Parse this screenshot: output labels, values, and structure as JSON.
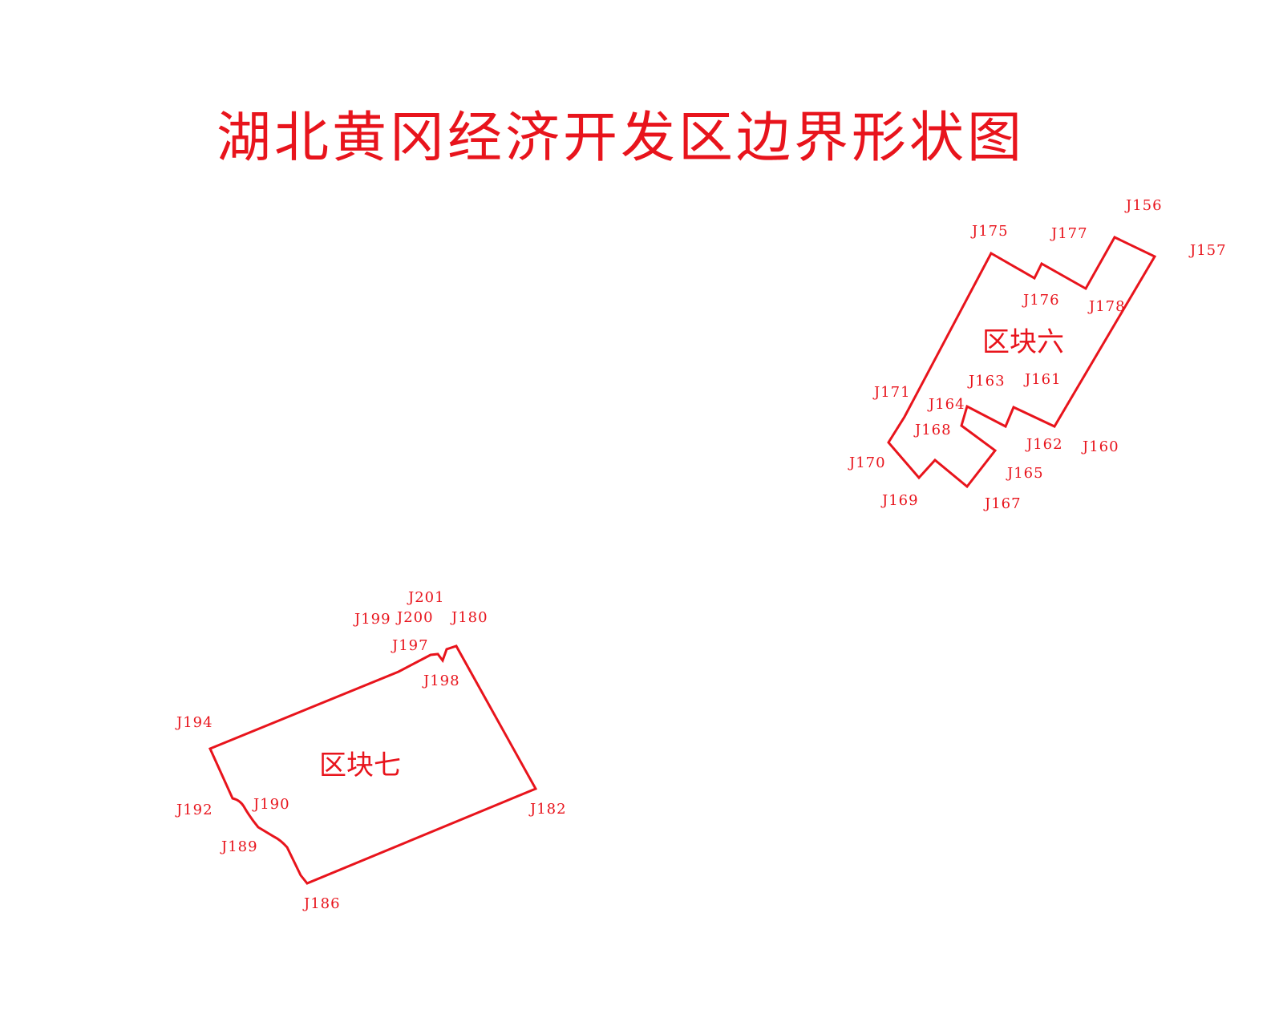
{
  "title": "湖北黄冈经济开发区边界形状图",
  "colors": {
    "ink": "#e8141c",
    "background": "#ffffff"
  },
  "blocks": [
    {
      "id": "block-6",
      "name": "区块六",
      "points": [
        "J156",
        "J157",
        "J160",
        "J161",
        "J162",
        "J163",
        "J164",
        "J165",
        "J167",
        "J168",
        "J169",
        "J170",
        "J171",
        "J175",
        "J176",
        "J177",
        "J178"
      ]
    },
    {
      "id": "block-7",
      "name": "区块七",
      "points": [
        "J180",
        "J182",
        "J186",
        "J189",
        "J190",
        "J192",
        "J194",
        "J197",
        "J198",
        "J199",
        "J200",
        "J201"
      ]
    }
  ]
}
